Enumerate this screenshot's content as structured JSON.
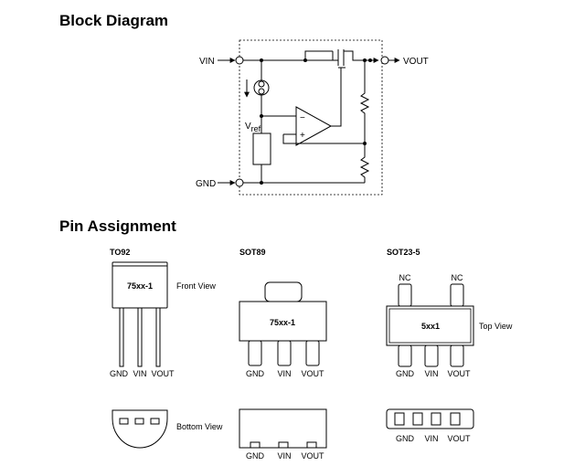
{
  "block_diagram": {
    "title": "Block Diagram",
    "pins": {
      "vin": "VIN",
      "vout": "VOUT",
      "gnd": "GND"
    },
    "vref_main": "V",
    "vref_sub": "ref",
    "opamp_minus": "−",
    "opamp_plus": "+"
  },
  "pin_assignment": {
    "title": "Pin Assignment",
    "to92": {
      "name": "TO92",
      "marking": "75xx-1",
      "front_view": "Front View",
      "bottom_view": "Bottom View",
      "pins": [
        "GND",
        "VIN",
        "VOUT"
      ]
    },
    "sot89": {
      "name": "SOT89",
      "marking": "75xx-1",
      "pins": [
        "GND",
        "VIN",
        "VOUT"
      ],
      "bottom_pins": [
        "GND",
        "VIN",
        "VOUT"
      ]
    },
    "sot23_5": {
      "name": "SOT23-5",
      "marking": "5xx1",
      "top_view": "Top View",
      "nc_pins": [
        "NC",
        "NC"
      ],
      "pins": [
        "GND",
        "VIN",
        "VOUT"
      ],
      "bottom_pins": [
        "GND",
        "VIN",
        "VOUT"
      ]
    }
  }
}
